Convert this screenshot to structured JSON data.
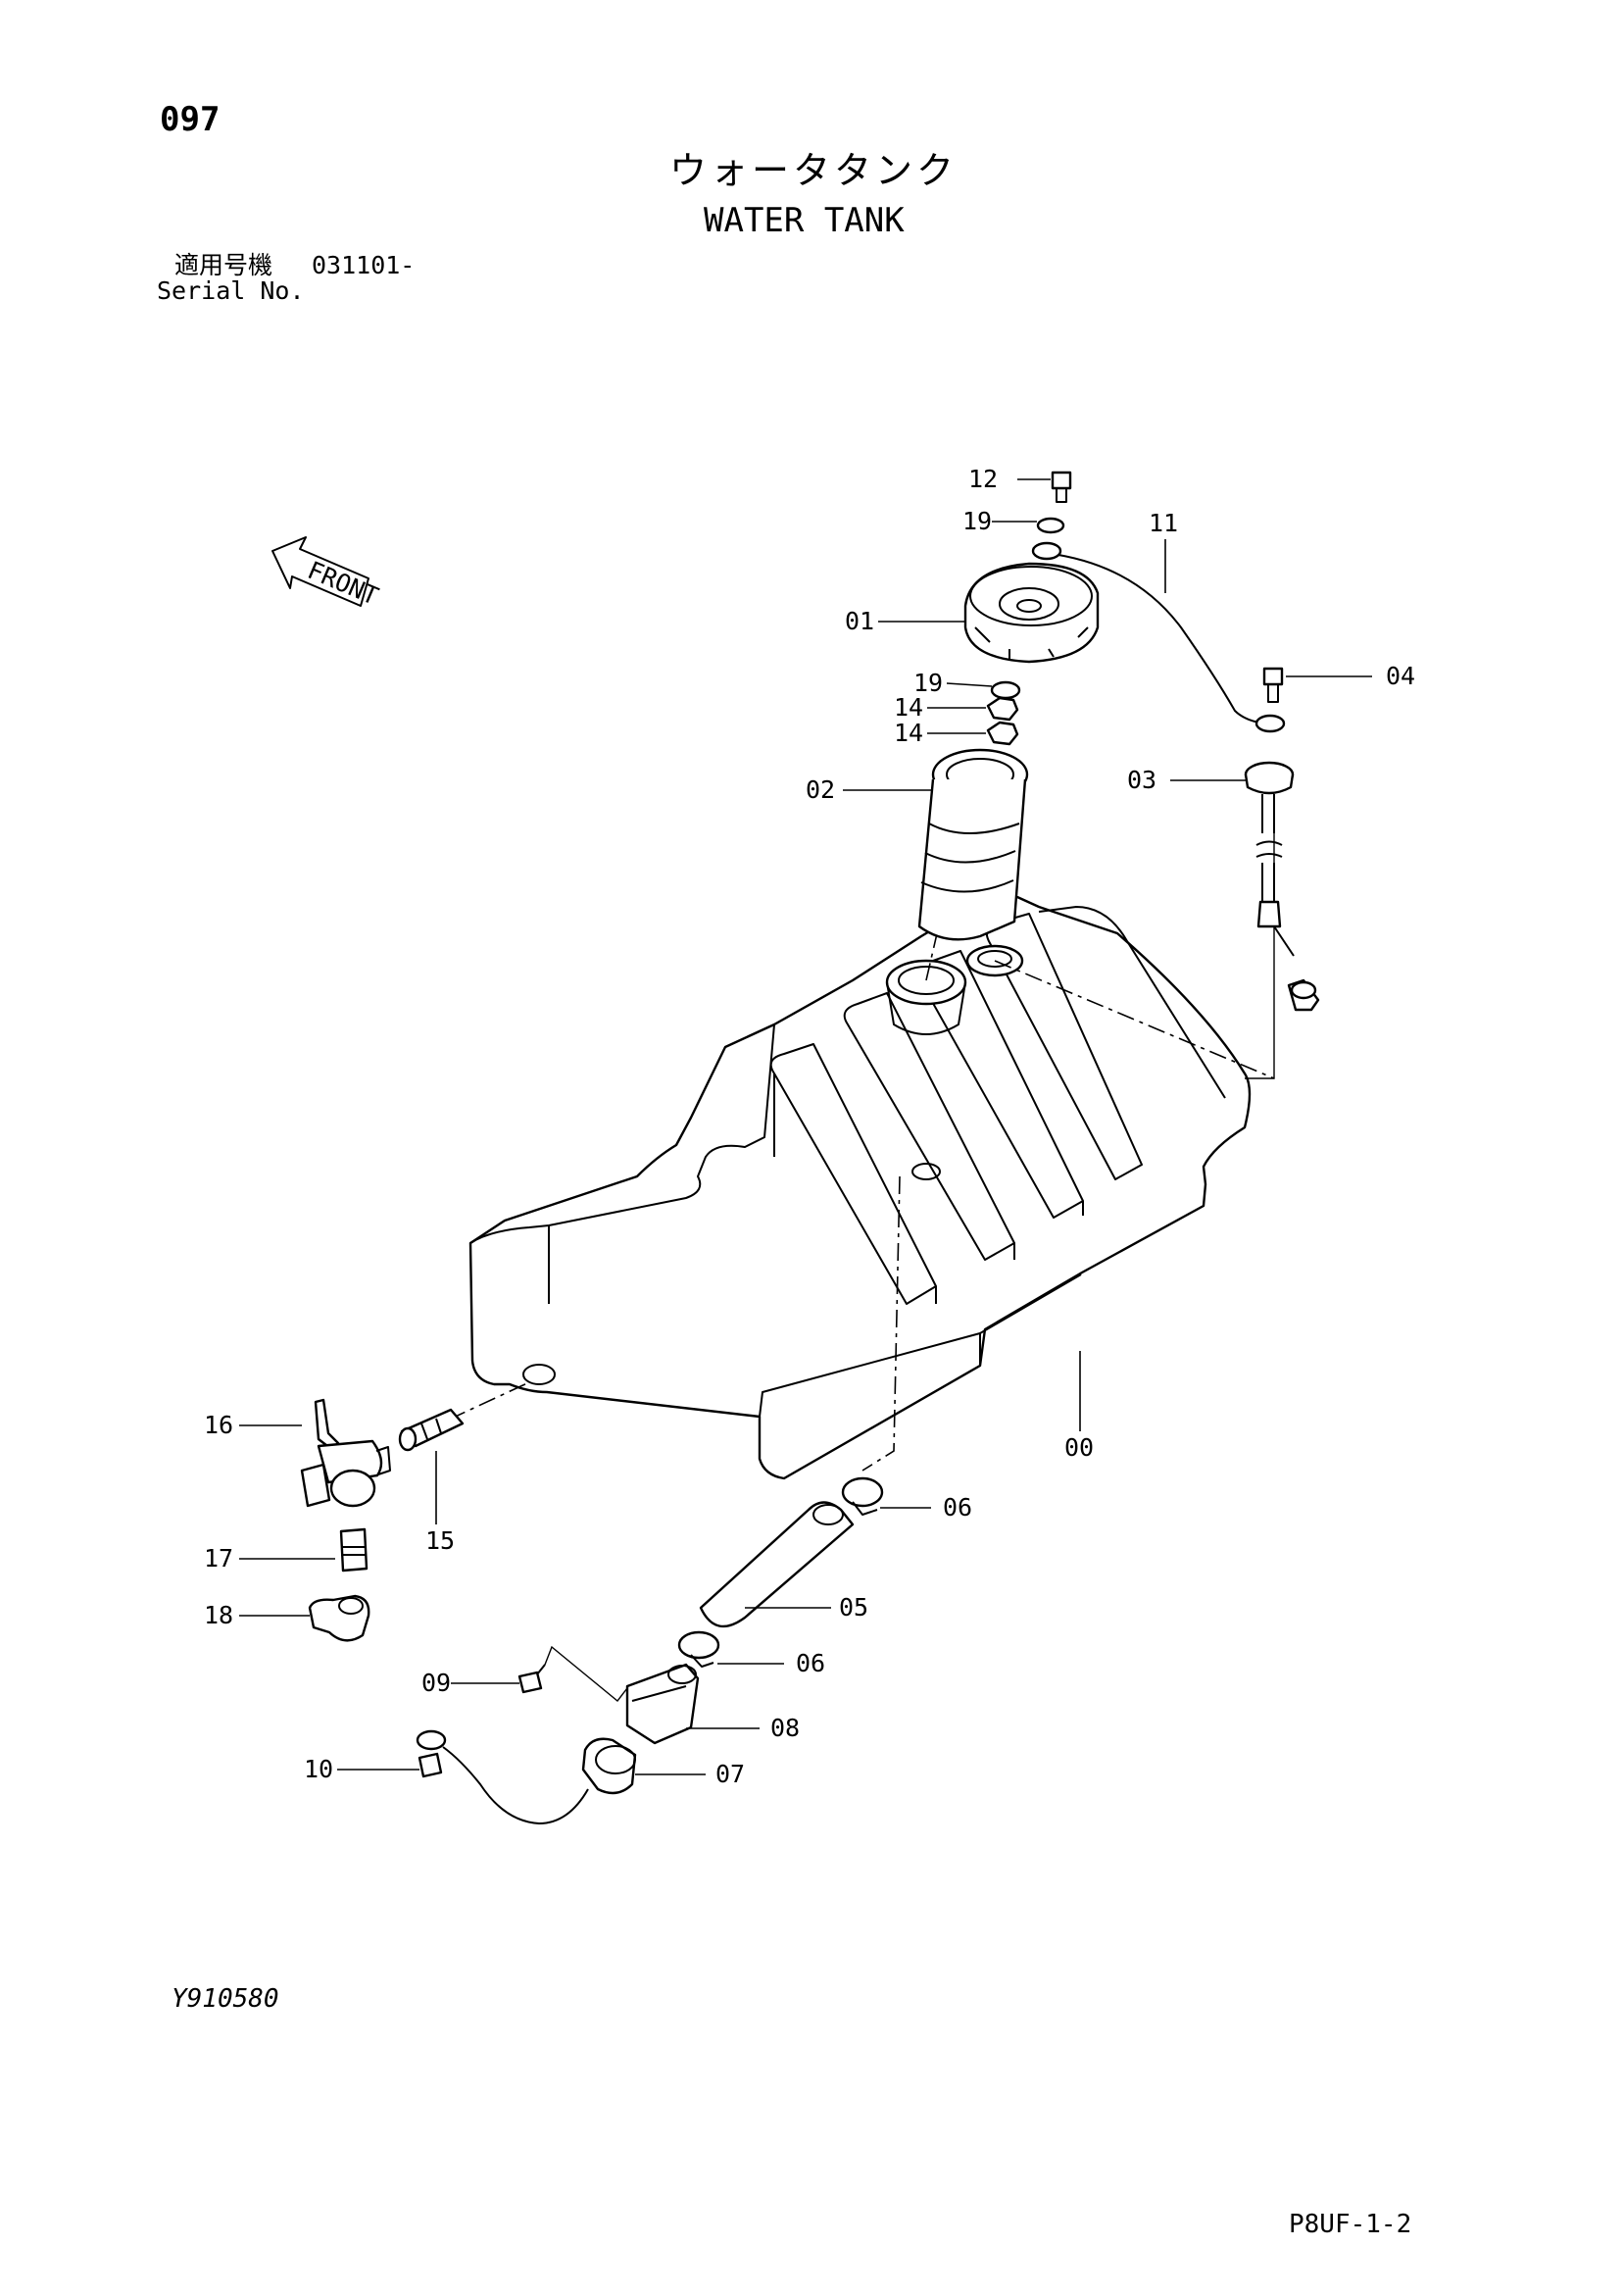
{
  "header": {
    "page_number": "097",
    "title_ja": "ウォータタンク",
    "title_en": "WATER TANK",
    "serial_label_ja": "適用号機",
    "serial_range": "031101-",
    "serial_label_en": "Serial No."
  },
  "front_label": "FRONT",
  "callouts": [
    "12",
    "19",
    "11",
    "01",
    "04",
    "19",
    "14",
    "14",
    "03",
    "02",
    "16",
    "15",
    "00",
    "17",
    "06",
    "18",
    "05",
    "06",
    "09",
    "08",
    "10",
    "07"
  ],
  "footer": {
    "drawing_code": "Y910580",
    "page_code": "P8UF-1-2"
  }
}
